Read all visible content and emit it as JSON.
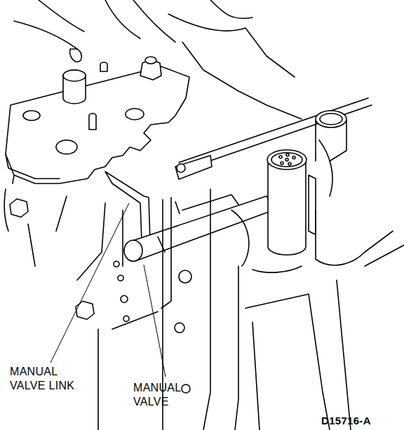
{
  "diagram": {
    "labels": [
      "MANUAL VALVE LINK",
      "MANUAL VALVE",
      "D15716-A"
    ]
  }
}
